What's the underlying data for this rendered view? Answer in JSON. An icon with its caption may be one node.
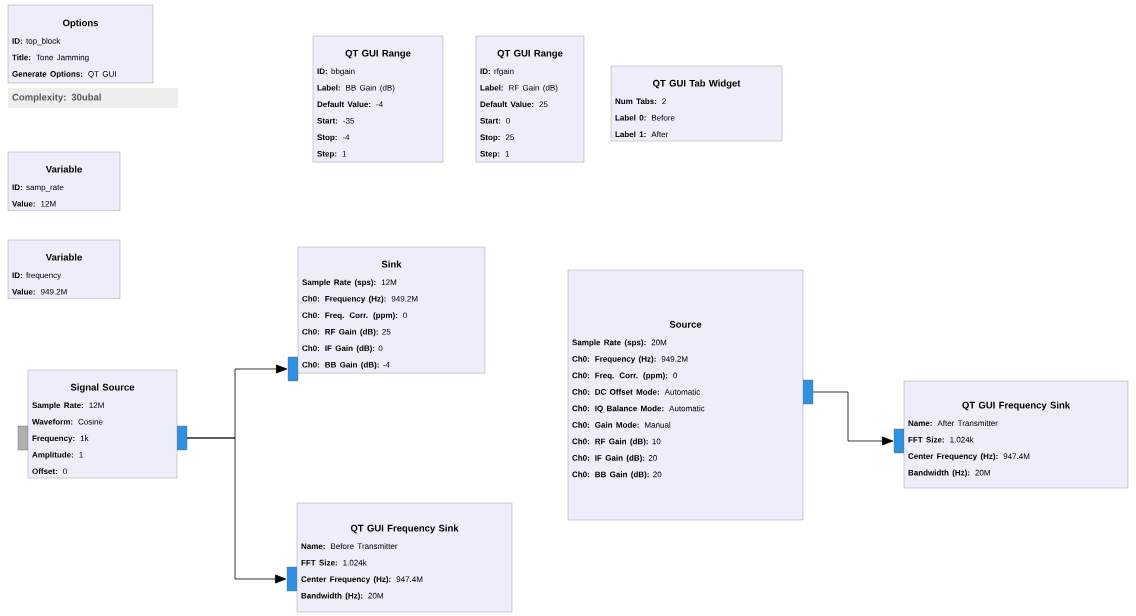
{
  "diagram": {
    "nodes": [
      {
        "text": [
          "Options",
          "**ID:** top_block",
          "**Title:** Tone Jamming",
          "**Generate Options:** QT GUI"
        ]
      },
      {
        "text": [
          "Complexity: 30ubal"
        ]
      },
      {
        "text": [
          "Variable",
          "**ID:** samp_rate",
          "**Value:** 12M"
        ]
      },
      {
        "text": [
          "Variable",
          "**ID:** frequency",
          "**Value:** 949.2M"
        ]
      },
      {
        "text": [
          "QT GUI Range",
          "**ID:** bbgain",
          "**Label:** BB Gain (dB)",
          "**Default Value:** -4",
          "**Start:** -35",
          "**Stop:** -4",
          "**Step:** 1"
        ]
      },
      {
        "text": [
          "QT GUI Range",
          "**ID:** rfgain",
          "**Label:** RF Gain (dB)",
          "**Default Value:** 25",
          "**Start:** 0",
          "**Stop:** 25",
          "**Step:** 1"
        ]
      },
      {
        "text": [
          "QT GUI Tab Widget",
          "**Num Tabs:** 2",
          "**Label 0:** Before",
          "**Label 1:** After"
        ]
      },
      {
        "text": [
          "Sink",
          "**Sample Rate (sps):** 12M",
          "**Ch0: Frequency (Hz):** 949.2M",
          "**Ch0: Freq. Corr. (ppm):** 0",
          "**Ch0: RF Gain (dB):** 25",
          "**Ch0: IF Gain (dB):** 0",
          "**Ch0: BB Gain (dB):** -4"
        ]
      },
      {
        "text": [
          "Signal Source",
          "**Sample Rate:** 12M",
          "**Waveform:** Cosine",
          "**Frequency:** 1k",
          "**Amplitude:** 1",
          "**Offset:** 0"
        ]
      },
      {
        "text": [
          "QT GUI Frequency Sink",
          "**Name:** Before Transmitter",
          "**FFT Size:** 1.024k",
          "**Center Frequency (Hz):** 947.4M",
          "**Bandwidth (Hz):** 20M"
        ]
      },
      {
        "text": [
          "Source",
          "**Sample Rate (sps):** 20M",
          "**Ch0: Frequency (Hz):** 949.2M",
          "**Ch0: Freq. Corr. (ppm):** 0",
          "**Ch0: DC Offset Mode:** Automatic",
          "**Ch0: IQ Balance Mode:** Automatic",
          "**Ch0: Gain Mode:** Manual",
          "**Ch0: RF Gain (dB):** 10",
          "**Ch0: IF Gain (dB):** 20",
          "**Ch0: BB Gain (dB):** 20"
        ]
      },
      {
        "text": [
          "QT GUI Frequency Sink",
          "**Name:** After Transmitter",
          "**FFT Size:** 1.024k",
          "**Center Frequency (Hz):** 947.4M",
          "**Bandwidth (Hz):** 20M"
        ]
      }
    ],
    "edges": [
      {
        "from": 8,
        "to": 7,
        "arrow": "to"
      },
      {
        "from": 8,
        "to": 9,
        "arrow": "to"
      },
      {
        "from": 10,
        "to": 11,
        "arrow": "to"
      }
    ]
  }
}
